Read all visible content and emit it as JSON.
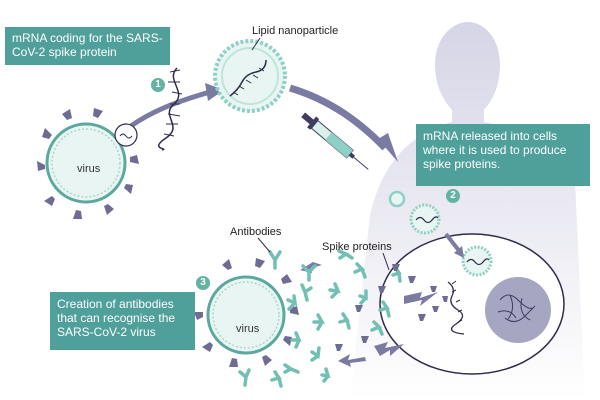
{
  "callouts": {
    "mrna": "mRNA coding for the SARS-CoV-2 spike protein",
    "release": "mRNA released into cells where it is used to produce spike proteins.",
    "antibodies": "Creation of antibodies that can recognise the SARS-CoV-2 virus"
  },
  "labels": {
    "lipid_nanoparticle": "Lipid nanoparticle",
    "antibodies": "Antibodies",
    "spike_proteins": "Spike proteins",
    "virus": "virus"
  },
  "steps": [
    "1",
    "2",
    "3"
  ],
  "colors": {
    "teal": "#4f9f9a",
    "step_teal": "#63b3a3",
    "virus_fill": "#e9f5f2",
    "virus_outline": "#5aa89e",
    "spike": "#6e6c92",
    "antibody": "#72c0b4",
    "silhouette": "#d9d8e6",
    "arrow": "#7b7aa3",
    "nucleus": "#a7a6c2"
  },
  "icons": [
    "virus-icon",
    "lipid-nanoparticle-icon",
    "mrna-strand-icon",
    "syringe-icon",
    "human-silhouette-icon",
    "cell-icon",
    "nucleus-icon",
    "antibody-icon",
    "spike-protein-icon",
    "arrow-icon"
  ]
}
